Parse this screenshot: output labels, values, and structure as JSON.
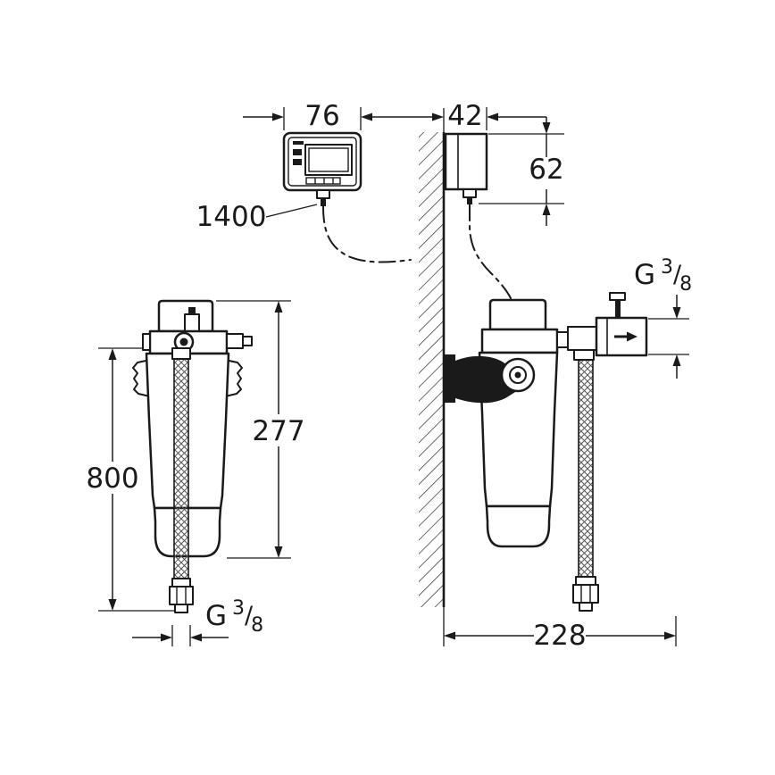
{
  "dimensions": {
    "control_box_width": "76",
    "wall_unit_width": "42",
    "wall_unit_height": "62",
    "cable_length": "1400",
    "filter_height": "277",
    "hose_length": "800",
    "wall_offset": "228"
  },
  "thread_spec": {
    "prefix": "G",
    "numerator": "3",
    "slash": "/",
    "denominator": "8"
  }
}
